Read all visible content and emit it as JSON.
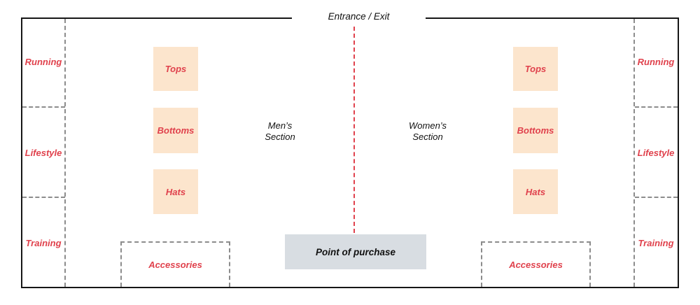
{
  "colors": {
    "accent_red": "#e0414c",
    "fixture_fill": "#fce5cd",
    "pos_fill": "#d8dde2",
    "dashed_gray": "#8c8c8c",
    "outline_black": "#161616"
  },
  "entrance": {
    "label": "Entrance / Exit"
  },
  "zones": {
    "left": [
      {
        "label": "Running"
      },
      {
        "label": "Lifestyle"
      },
      {
        "label": "Training"
      }
    ],
    "right": [
      {
        "label": "Running"
      },
      {
        "label": "Lifestyle"
      },
      {
        "label": "Training"
      }
    ]
  },
  "fixtures": {
    "left": [
      {
        "label": "Tops"
      },
      {
        "label": "Bottoms"
      },
      {
        "label": "Hats"
      }
    ],
    "right": [
      {
        "label": "Tops"
      },
      {
        "label": "Bottoms"
      },
      {
        "label": "Hats"
      }
    ]
  },
  "sections": {
    "men": {
      "line1": "Men’s",
      "line2": "Section"
    },
    "women": {
      "line1": "Women’s",
      "line2": "Section"
    }
  },
  "accessories": {
    "left_label": "Accessories",
    "right_label": "Accessories"
  },
  "point_of_purchase": {
    "label": "Point of purchase"
  }
}
